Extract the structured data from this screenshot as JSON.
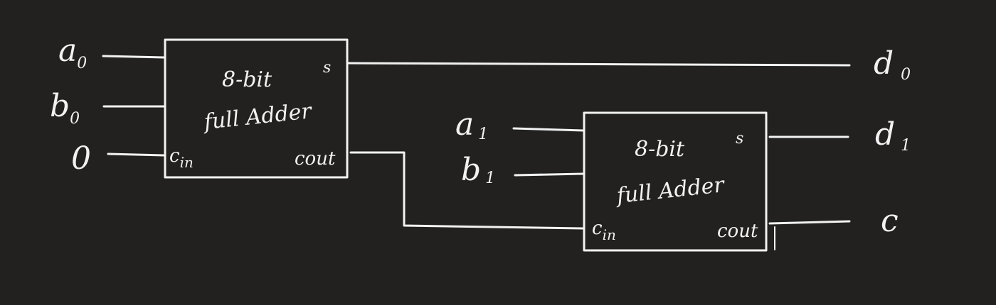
{
  "inputs": {
    "a0": {
      "base": "a",
      "sub": "0"
    },
    "b0": {
      "base": "b",
      "sub": "0"
    },
    "zero": "0",
    "a1": {
      "base": "a",
      "sub": "1"
    },
    "b1": {
      "base": "b",
      "sub": "1"
    }
  },
  "outputs": {
    "d0": {
      "base": "d",
      "sub": "0"
    },
    "d1": {
      "base": "d",
      "sub": "1"
    },
    "c": "c"
  },
  "adders": [
    {
      "line1": "8-bit",
      "line2": "full Adder",
      "sum_port": "s",
      "cin_base": "c",
      "cin_sub": "in",
      "cout": "cout"
    },
    {
      "line1": "8-bit",
      "line2": "full Adder",
      "sum_port": "s",
      "cin_base": "c",
      "cin_sub": "in",
      "cout": "cout"
    }
  ],
  "colors": {
    "background": "#222120",
    "ink": "#f2f2f2"
  }
}
